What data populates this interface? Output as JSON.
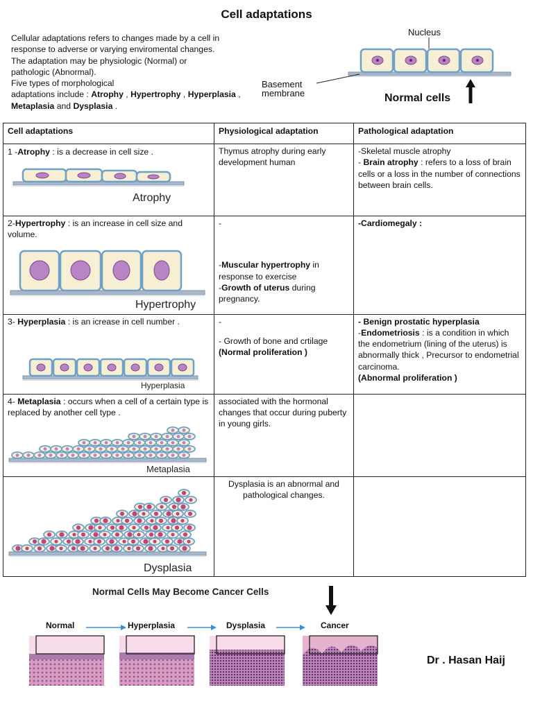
{
  "title": "Cell adaptations",
  "intro": {
    "line1": "Cellular adaptations refers to changes made by a cell in",
    "line2": " response to adverse or varying enviromental changes.",
    "line3": "The adaptation may be physiologic (Normal) or",
    "line4": " pathologic (Abnormal).",
    "line5": " Five types of morphological",
    "line6_pre": "adaptations include : ",
    "atrophy": "Atrophy",
    "sep": " , ",
    "hypertrophy": "Hypertrophy",
    "hyperplasia": "Hyperplasia",
    "comma": " ,",
    "metaplasia": "Metaplasia",
    "and": " and ",
    "dysplasia": "Dysplasia",
    "end": " ."
  },
  "hero": {
    "nucleus_label": "Nucleus",
    "bm_line1": "Basement",
    "bm_line2": "membrane",
    "normal_label": "Normal cells"
  },
  "table": {
    "headers": [
      "Cell adaptations",
      "Physiological adaptation",
      "Pathological adaptation"
    ],
    "atrophy": {
      "num": " 1 -",
      "term": "Atrophy",
      "def": " : is a decrease in cell size .",
      "img_label": "Atrophy",
      "phys": "Thymus atrophy during early development human",
      "path1": "-Skeletal muscle atrophy",
      "path2_pre": "- ",
      "path2_term": "Brain atrophy",
      "path2_def": " : refers to a loss of brain cells or a loss in the number of connections between brain cells."
    },
    "hypertrophy": {
      "num": "2-",
      "term": "Hypertrophy",
      "def": " : is an increase in cell size and volume.",
      "img_label": "Hypertrophy",
      "phys_dash": "-",
      "phys1_pre": "-",
      "phys1_term": "Muscular hypertrophy",
      "phys1_def": " in response to exercise",
      "phys2_pre": "-",
      "phys2_term": "Growth of uterus",
      "phys2_def": " during pregnancy.",
      "path": " -Cardiomegaly :"
    },
    "hyperplasia": {
      "num": "3- ",
      "term": "Hyperplasia",
      "def": " : is an icrease in cell number .",
      "img_label": "Hyperplasia",
      "phys_dash": " -",
      "phys1": "- Growth of bone and crtilage",
      "phys2": "(Normal proliferation )",
      "path1": "- Benign prostatic hyperplasia",
      "path2_pre": " -",
      "path2_term": "Endometriosis",
      "path2_def": " : is a condition in which the endometrium (lining of the uterus) is abnormally thick ,  Precursor to endometrial carcinoma.",
      "path3": "(Abnormal proliferation )"
    },
    "metaplasia": {
      "num": "4- ",
      "term": "Metaplasia",
      "def": "  : occurs when a cell of a certain type is replaced by another cell type .",
      "img_label": "Metaplasia",
      "phys": "associated with the hormonal changes that occur during puberty in young girls."
    },
    "dysplasia": {
      "img_label": "Dysplasia",
      "phys": "Dysplasia is an abnormal and pathological changes."
    }
  },
  "bottom": {
    "title": "Normal Cells May Become Cancer Cells",
    "stages": [
      "Normal",
      "Hyperplasia",
      "Dysplasia",
      "Cancer"
    ]
  },
  "author": "Dr . Hasan Haij",
  "colors": {
    "cell_fill": "#f6efd4",
    "cell_border": "#6fa0c8",
    "nucleus": "#b884c4",
    "membrane": "#a9b8c8",
    "histo_pink": "#e7a7c8",
    "histo_purple": "#8a5a9a"
  }
}
